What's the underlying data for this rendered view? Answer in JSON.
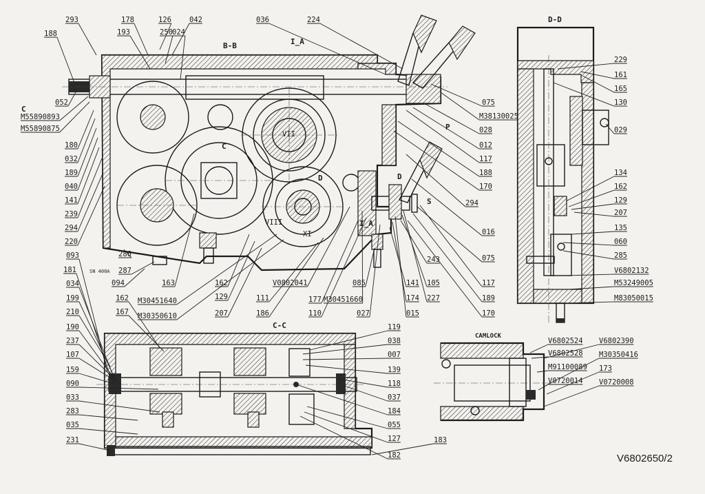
{
  "drawing": {
    "number": "V6802650/2",
    "views": {
      "bb": "B-B",
      "dd": "D-D",
      "cc": "C-C",
      "camlock": "CAMLOCK",
      "marks": [
        "I_A",
        "C",
        "P",
        "S",
        "D",
        "D",
        "C",
        "I_A"
      ]
    }
  },
  "labels": {
    "top": [
      "293",
      "178",
      "126",
      "042",
      "193",
      "250",
      "024",
      "036",
      "224",
      "188"
    ],
    "left_bb": [
      "052",
      "M55890893",
      "M55890875",
      "180",
      "032",
      "189",
      "040",
      "141",
      "239",
      "294",
      "220"
    ],
    "right_bb": [
      "075",
      "M38130025",
      "028",
      "012",
      "117",
      "188",
      "170",
      "294",
      "016",
      "075",
      "117",
      "189",
      "170"
    ],
    "bottom_bb": [
      "286",
      "287",
      "163",
      "162",
      "129",
      "207",
      "094",
      "M30451640",
      "M30350610",
      "111",
      "186",
      "V0802041",
      "177",
      "110",
      "M30451660",
      "085",
      "027",
      "141",
      "174",
      "015",
      "243",
      "105",
      "227"
    ],
    "left_cc": [
      "093",
      "181",
      "034",
      "199",
      "162",
      "167",
      "210",
      "190",
      "237",
      "107",
      "159",
      "090",
      "033",
      "283",
      "035",
      "231"
    ],
    "right_cc": [
      "119",
      "038",
      "007",
      "139",
      "118",
      "037",
      "184",
      "055",
      "127",
      "182",
      "183"
    ],
    "dd": [
      "229",
      "161",
      "165",
      "130",
      "029",
      "134",
      "162",
      "129",
      "207",
      "135",
      "060",
      "285",
      "V6802132",
      "M53249005",
      "M83050015"
    ],
    "camlock": [
      "V6802524",
      "V6802528",
      "M91100089",
      "V0720014",
      "V6802390",
      "M30350416",
      "173",
      "V0720008"
    ],
    "stamp": "SN 400A",
    "shaft": [
      "VII",
      "VIII",
      "XI"
    ]
  }
}
